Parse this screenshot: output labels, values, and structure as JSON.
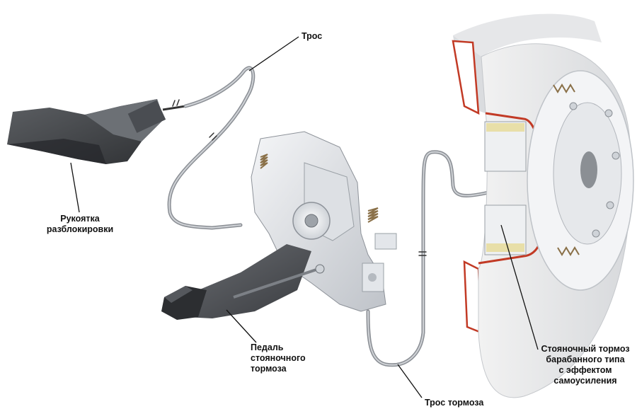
{
  "labels": {
    "cable": "Трос",
    "release_handle": [
      "Рукоятка",
      "разблокировки"
    ],
    "parking_pedal": [
      "Педаль",
      "стояночного",
      "тормоза"
    ],
    "brake_cable": "Трос тормоза",
    "drum_brake": [
      "Стояночный тормоз",
      "барабанного типа",
      "с эффектом",
      "самоусиления"
    ]
  }
}
